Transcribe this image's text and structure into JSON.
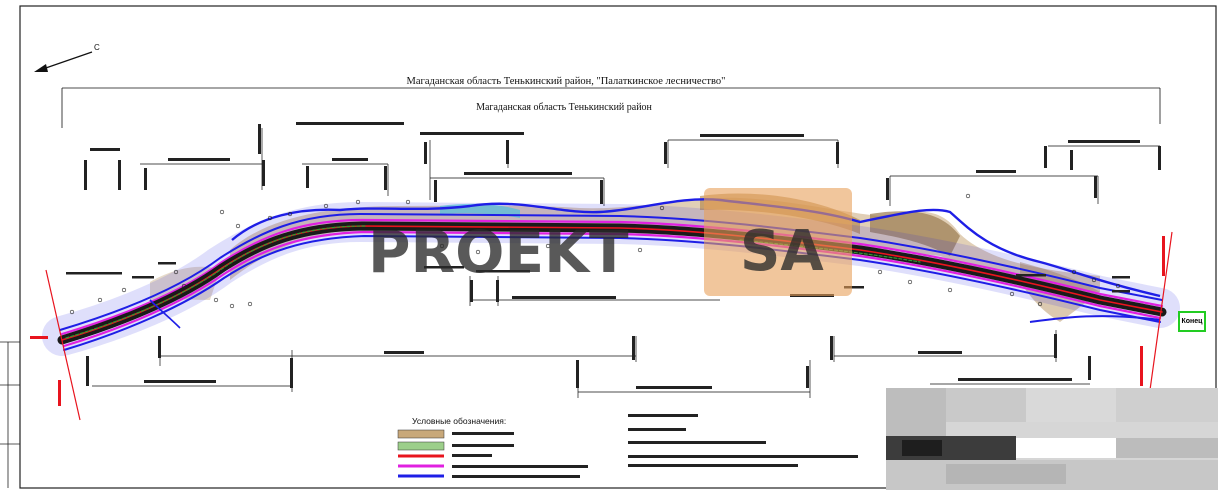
{
  "drawing": {
    "region_title": "Магаданская область Тенькинский район, \"Палаткинское лесничество\"",
    "district_title": "Магаданская область  Тенькинский район",
    "north_mark": "С",
    "legend_title": "Условные обозначения:",
    "watermark_left": "PROEKT",
    "watermark_right": "SA",
    "end_label": "Конец"
  },
  "colors": {
    "road": "#1a1a1a",
    "red": "#e8141e",
    "magenta": "#e020e0",
    "blue": "#1e1ee6",
    "green": "#2e9a2e",
    "slope": "#a0783c",
    "highlight": "#22cc22",
    "watermark_orange": "#e8a05a"
  }
}
